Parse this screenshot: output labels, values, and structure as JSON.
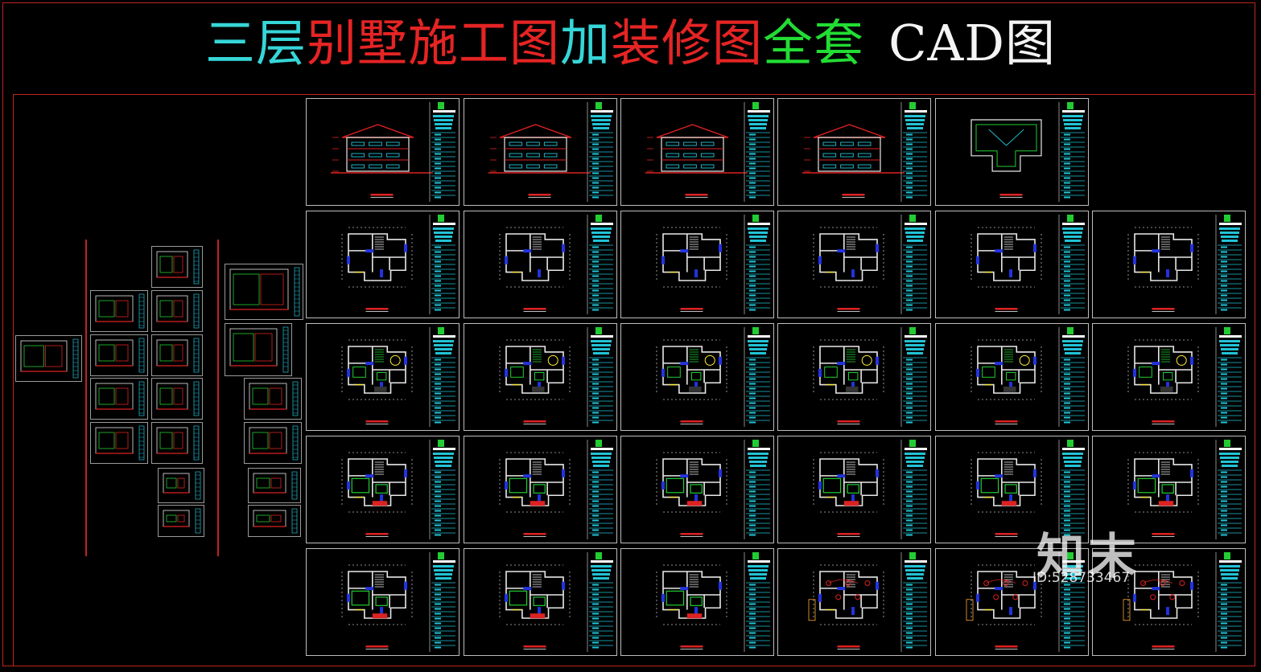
{
  "title": {
    "segments": [
      {
        "text": "三层",
        "color": "#36d6d8"
      },
      {
        "text": "别墅施工图",
        "color": "#e52424"
      },
      {
        "text": "加",
        "color": "#36d6d8"
      },
      {
        "text": "装修图",
        "color": "#e52424"
      },
      {
        "text": "全套",
        "color": "#22dd33"
      },
      {
        "text": "CAD图",
        "color": "#f4f4f4"
      }
    ]
  },
  "watermark": {
    "brand": "知末",
    "id_text": "ID:528733467"
  },
  "colors": {
    "border": "#c0241f",
    "sheet_frame": "#bdbdbd",
    "title_block": "#22c3d6",
    "wall": "#e8e8e8",
    "accent_blue": "#2233dd",
    "accent_green": "#22cc33",
    "accent_red": "#dd2222"
  },
  "sheets": {
    "rows": [
      {
        "name": "elevations",
        "kinds": [
          "elevation",
          "elevation",
          "elevation",
          "elevation",
          "roof"
        ]
      },
      {
        "name": "construction-plans",
        "kinds": [
          "plan",
          "plan",
          "plan",
          "plan",
          "plan",
          "plan"
        ]
      },
      {
        "name": "furniture-plans",
        "kinds": [
          "furnished",
          "furnished",
          "furnished",
          "furnished",
          "furnished",
          "furnished"
        ]
      },
      {
        "name": "ceiling-plans",
        "kinds": [
          "ceiling",
          "ceiling",
          "ceiling",
          "ceiling",
          "ceiling",
          "ceiling"
        ]
      },
      {
        "name": "electrical-plans",
        "kinds": [
          "ceiling",
          "ceiling",
          "ceiling",
          "electrical",
          "electrical",
          "electrical"
        ]
      }
    ]
  }
}
